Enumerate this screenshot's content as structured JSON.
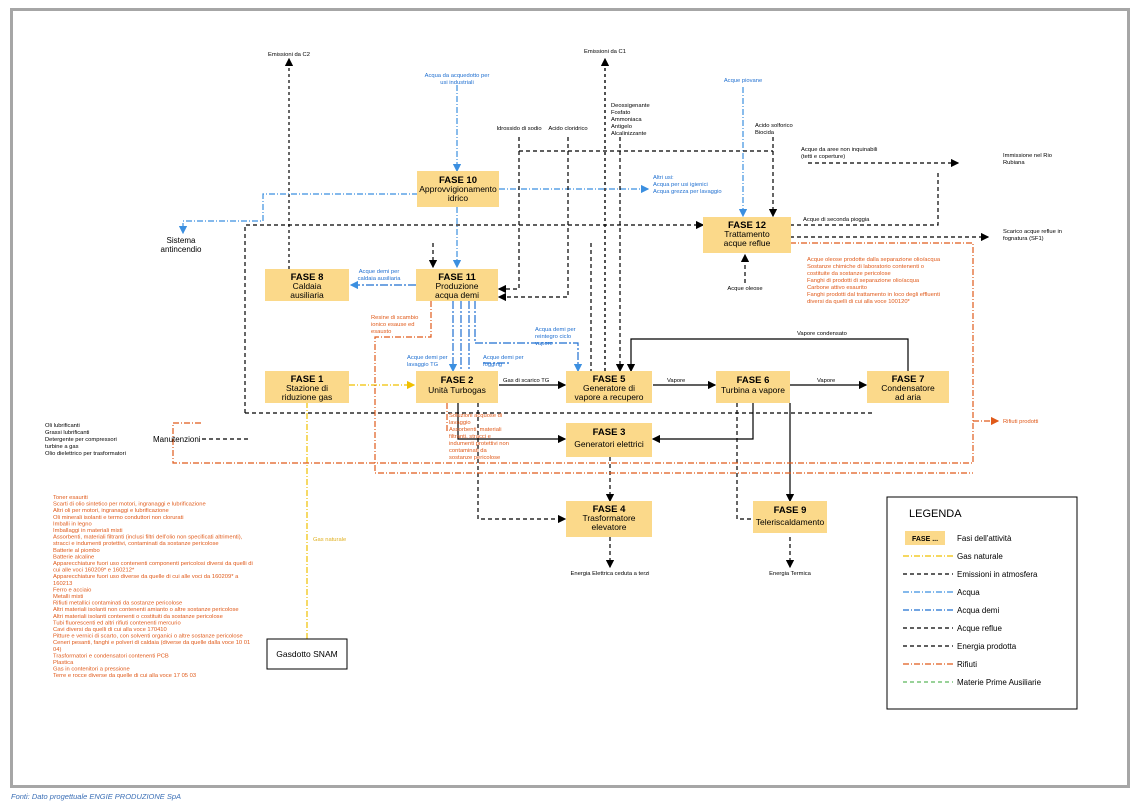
{
  "source_note": "Fonti: Dato progettuale ENGIE PRODUZIONE SpA",
  "phases": {
    "f1": {
      "title": "FASE 1",
      "line1": "Stazione di",
      "line2": "riduzione gas"
    },
    "f2": {
      "title": "FASE 2",
      "line1": "Unità Turbogas",
      "line2": ""
    },
    "f3": {
      "title": "FASE 3",
      "line1": "Generatori elettrici",
      "line2": ""
    },
    "f4": {
      "title": "FASE 4",
      "line1": "Trasformatore",
      "line2": "elevatore"
    },
    "f5": {
      "title": "FASE 5",
      "line1": "Generatore di",
      "line2": "vapore a recupero"
    },
    "f6": {
      "title": "FASE 6",
      "line1": "Turbina a vapore",
      "line2": ""
    },
    "f7": {
      "title": "FASE 7",
      "line1": "Condensatore",
      "line2": "ad aria"
    },
    "f8": {
      "title": "FASE 8",
      "line1": "Caldaia",
      "line2": "ausiliaria"
    },
    "f9": {
      "title": "FASE 9",
      "line1": "Teleriscaldamento",
      "line2": ""
    },
    "f10": {
      "title": "FASE 10",
      "line1": "Approvvigionamento",
      "line2": "idrico"
    },
    "f11": {
      "title": "FASE 11",
      "line1": "Produzione",
      "line2": "acqua demi"
    },
    "f12": {
      "title": "FASE 12",
      "line1": "Trattamento",
      "line2": "acque reflue"
    }
  },
  "nodes": {
    "gasdotto": "Gasdotto SNAM",
    "manutenzioni": "Manutenzioni",
    "sistema1": "Sistema",
    "sistema2": "antincendio"
  },
  "labels": {
    "emissioni_c2": "Emissioni da C2",
    "emissioni_c1": "Emissioni da C1",
    "acqua_acquedotto1": "Acqua da acquedotto per",
    "acqua_acquedotto2": "usi industriali",
    "acque_piovane": "Acque piovane",
    "idrossido": "Idrossido di sodio",
    "acido_cloridrico": "Acido cloridrico",
    "deossigenante": "Deossigenante",
    "fosfato": "Fosfato",
    "ammoniaca": "Ammoniaca",
    "antigelo": "Antigelo",
    "alcalinizzante": "Alcalinizzante",
    "acido_solforico": "Acido solforico",
    "biocida": "Biocida",
    "acque_aree1": "Acque da aree non inquinabili",
    "acque_aree2": "(tetti e coperture)",
    "immissione1": "Immissione nel Rio",
    "immissione2": "Rubiana",
    "altri_usi1": "Altri usi:",
    "altri_usi2": "Acqua per usi igienici",
    "altri_usi3": "Acqua grezza per lavaggio",
    "seconda_pioggia": "Acque di seconda pioggia",
    "scarico1": "Scarico acque reflue in",
    "scarico2": "fognatura (SF1)",
    "acque_oleose": "Acque oleose",
    "demi_caldaia1": "Acque demi per",
    "demi_caldaia2": "caldaia ausiliaria",
    "resine1": "Resine di scambio",
    "resine2": "ionico esause ed",
    "resine3": "esausto",
    "demi_reintegro1": "Acqua demi per",
    "demi_reintegro2": "reintegro ciclo",
    "demi_reintegro3": "vapore",
    "demi_lavaggio1": "Acque demi per",
    "demi_lavaggio2": "lavaggio TG",
    "demi_fogging1": "Acque demi per",
    "demi_fogging2": "fogging",
    "gas_scarico": "Gas di scarico TG",
    "vapore1": "Vapore",
    "vapore2": "Vapore",
    "vapore_condensato": "Vapore condensato",
    "gas_naturale": "Gas naturale",
    "energia_elettrica": "Energia Elettrica ceduta a terzi",
    "energia_termica": "Energia Termica",
    "rifiuti_prodotti": "Rifiuti prodotti"
  },
  "text_blocks": {
    "f12_waste": [
      "Acque oleose prodotte dalla separazione olio/acqua",
      "Sostanze chimiche di laboratorio contenenti o",
      "costituite da sostanze pericolose",
      "Fanghi di prodotti di separazione olio/acqua",
      "Carbone attivo esaurito",
      "Fanghi prodotti dal trattamento in loco degli effluenti",
      "diversi da quelli di cui alla voce 100120*"
    ],
    "f2_waste": [
      "Soluzioni acquose di",
      "lavaggio",
      "Assorbenti, materiali",
      "filtranti, stracci e",
      "indumenti protettivi non",
      "contaminati da",
      "sostanze pericolose"
    ],
    "maint_inputs": [
      "Oli lubrificanti",
      "Grassi lubrificanti",
      "Detergente per compressori",
      "turbine a gas",
      "Olio dielettrico per trasformatori"
    ],
    "waste_list": [
      "Toner esauriti",
      "Scarti di olio sintetico per motori, ingranaggi e lubrificazione",
      "Altri oli per motori, ingranaggi e lubrificazione",
      "Oli minerali isolanti e termo conduttori non clorurati",
      "Imballi in legno",
      "Imballaggi in materiali misti",
      "Assorbenti, materiali filtranti (inclusi filtri dell'olio non specificati altrimenti),",
      "stracci e indumenti protettivi, contaminati da sostanze pericolose",
      "Batterie al piombo",
      "Batterie alcaline",
      "Apparecchiature fuori uso contenenti componenti pericolosi diversi da quelli di",
      "cui alle voci 160209* e 160212*",
      "Apparecchiature fuori uso diverse da quelle di cui alle voci da 160209* a",
      "160213",
      "Ferro e acciaio",
      "Metalli misti",
      "Rifiuti metallici contaminati da sostanze pericolose",
      "Altri materiali isolanti non contenenti amianto o altre sostanze pericolose",
      "Altri materiali isolanti contenenti o costituiti da sostanze pericolose",
      "Tubi fluorescenti ed altri rifiuti contenenti mercurio",
      "Cavi diversi da quelli di cui alla voce 170410",
      "Pitture e vernici di scarto, con solventi organici o altre sostanze pericolose",
      "Ceneri pesanti, fanghi e polveri di caldaia (diverse da quelle dalla voce 10 01",
      "04)",
      "Trasformatori e condensatori contenenti PCB",
      "Plastica",
      "Gas in contenitori a pressione",
      "Terre e rocce diverse da quelle di cui alla voce 17 05 03"
    ]
  },
  "legend": {
    "title": "LEGENDA",
    "items": [
      {
        "key": "fasi",
        "label": "Fasi dell'attività",
        "sample": "FASE ..."
      },
      {
        "key": "gas",
        "label": "Gas naturale",
        "color": "#f0c000"
      },
      {
        "key": "emissioni",
        "label": "Emissioni in atmosfera",
        "color": "#000000"
      },
      {
        "key": "acqua",
        "label": "Acqua",
        "color": "#3b8fe0"
      },
      {
        "key": "demi",
        "label": "Acqua demi",
        "color": "#1f6fd0"
      },
      {
        "key": "reflue",
        "label": "Acque reflue",
        "color": "#000000"
      },
      {
        "key": "energia",
        "label": "Energia prodotta",
        "color": "#000000"
      },
      {
        "key": "rifiuti",
        "label": "Rifiuti",
        "color": "#e05a1a"
      },
      {
        "key": "mpa",
        "label": "Materie Prime Ausiliarie",
        "color": "#5cb85c"
      }
    ]
  },
  "colors": {
    "phase_fill": "#fbd98a",
    "water": "#3b8fe0",
    "demi": "#1f6fd0",
    "waste": "#e05a1a",
    "gas": "#f0c000"
  }
}
